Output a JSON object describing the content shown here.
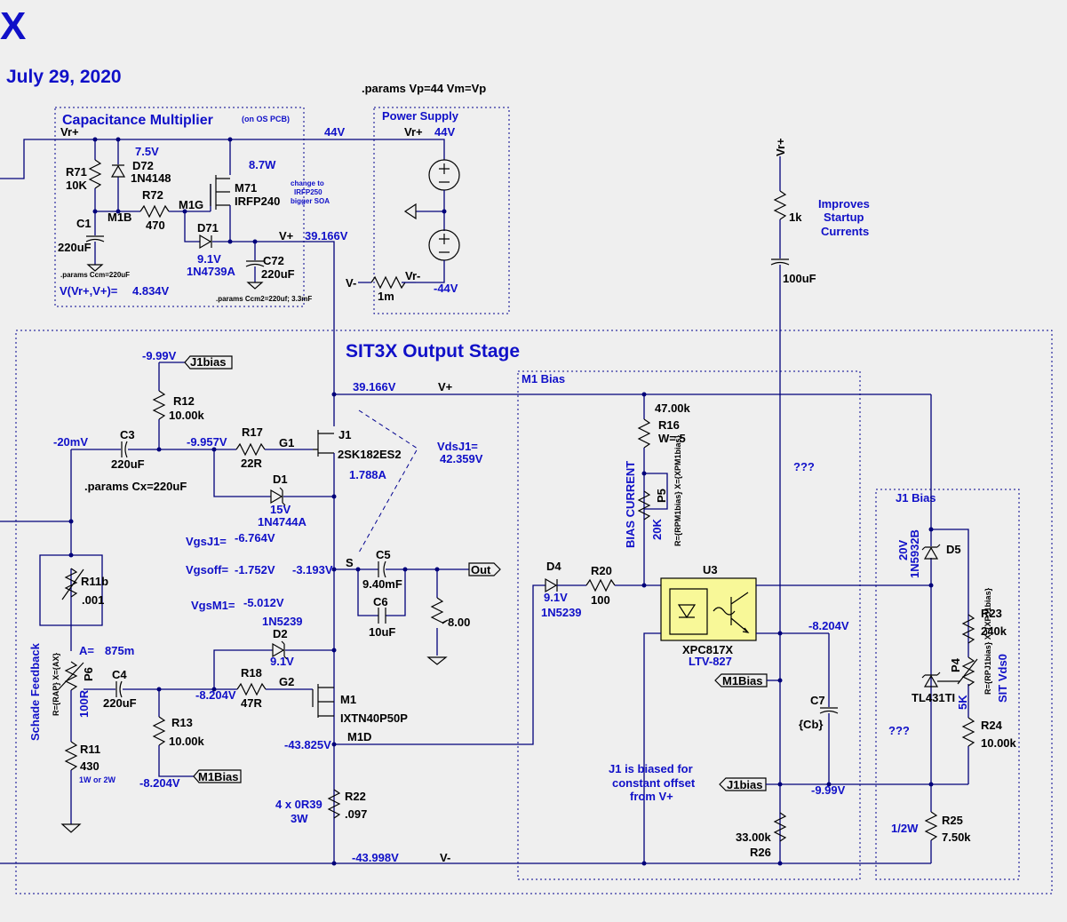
{
  "header": {
    "big_letter": "X",
    "date": "July 29, 2020",
    "params_supply": ".params Vp=44 Vm=Vp"
  },
  "cap_mult": {
    "title": "Capacitance Multiplier",
    "subtitle": "(on OS PCB)",
    "vr_plus": "Vr+",
    "v44": "44V",
    "v7_5": "7.5V",
    "pwr": "8.7W",
    "r71": "R71",
    "r71v": "10K",
    "d72": "D72",
    "d72v": "1N4148",
    "r72": "R72",
    "r72v": "470",
    "m1b": "M1B",
    "m1g": "M1G",
    "m71": "M71",
    "m71v": "IRFP240",
    "note": [
      "change to",
      "IRFP250",
      "bigger SOA"
    ],
    "c1": "C1",
    "c1v": "220uF",
    "d71": "D71",
    "d71a": "9.1V",
    "d71b": "1N4739A",
    "c72": "C72",
    "c72v": "220uF",
    "vplus": "V+",
    "v39": "39.166V",
    "params_ccm": ".params Ccm=220uF",
    "vexpr": "V(Vr+,V+)=",
    "vexpr_val": "4.834V",
    "params_ccm2": ".params Ccm2=220uf; 3.3mF"
  },
  "power": {
    "title": "Power Supply",
    "vr_plus": "Vr+",
    "v44": "44V",
    "vminus": "V-",
    "vr_minus": "Vr-",
    "res": "1m",
    "vneg": "-44V"
  },
  "right_top": {
    "vr_plus": "Vr+",
    "r1k": "1k",
    "c100": "100uF",
    "improves": [
      "Improves",
      "Startup",
      "Currents"
    ]
  },
  "output": {
    "title": "SIT3X Output Stage",
    "n999a": "-9.99V",
    "j1bias": "J1bias",
    "r12": "R12",
    "r12v": "10.00k",
    "v39": "39.166V",
    "vplus": "V+",
    "n20mv": "-20mV",
    "c3": "C3",
    "c3v": "220uF",
    "n9957": "-9.957V",
    "r17": "R17",
    "r17v": "22R",
    "g1": "G1",
    "j1": "J1",
    "j1v": "2SK182ES2",
    "i1788": "1.788A",
    "vdsj1": "VdsJ1=",
    "vdsj1v": "42.359V",
    "params_cx": ".params Cx=220uF",
    "d1": "D1",
    "d1a": "15V",
    "d1b": "1N4744A",
    "vgsj1": "VgsJ1=",
    "vgsj1v": "-6.764V",
    "vgsoff": "Vgsoff=",
    "vgsoffv": "-1.752V",
    "n3193": "-3.193V",
    "s": "S",
    "c5": "C5",
    "c5v": "9.40mF",
    "c6": "C6",
    "c6v": "10uF",
    "out": "Out",
    "rload": "8.00",
    "r11b": "R11b",
    "r11bv": ".001",
    "vgsm1": "VgsM1=",
    "vgsm1v": "-5.012V",
    "d2a": "1N5239",
    "d2": "D2",
    "d2b": "9.1V",
    "a_eq": "A=",
    "a_val": "875m",
    "p6": "P6",
    "p6x": "R={RAP} X={AX}",
    "p6v": "100R",
    "c4": "C4",
    "c4v": "220uF",
    "n8204a": "-8.204V",
    "r18": "R18",
    "r18v": "47R",
    "g2": "G2",
    "m1": "M1",
    "m1v": "IXTN40P50P",
    "r13": "R13",
    "r13v": "10.00k",
    "m1d": "M1D",
    "n43825": "-43.825V",
    "schade": "Schade Feedback",
    "r11": "R11",
    "r11v": "430",
    "r11w": "1W or 2W",
    "n8204b": "-8.204V",
    "m1bias": "M1Bias",
    "r22": "R22",
    "r22v": ".097",
    "r22n1": "4 x 0R39",
    "r22n2": "3W",
    "n43998": "-43.998V",
    "vminus": "V-"
  },
  "m1bias": {
    "title": "M1 Bias",
    "r16v": "47.00k",
    "r16": "R16",
    "r16w": "W=.5",
    "bias": "BIAS CURRENT",
    "p5": "P5",
    "p5v": "20K",
    "p5x": "R={RPM1bias} X={XPM1bias}",
    "d4": "D4",
    "d4a": "9.1V",
    "d4b": "1N5239",
    "r20": "R20",
    "r20v": "100",
    "u3": "U3",
    "u3a": "XPC817X",
    "u3b": "LTV-827",
    "qqq": "???",
    "n8204": "-8.204V",
    "m1bias_lbl": "M1Bias",
    "c7": "C7",
    "c7v": "{Cb}",
    "note": [
      "J1 is biased for",
      "constant offset",
      "from V+"
    ],
    "j1bias_lbl": "J1bias",
    "n999": "-9.99V",
    "r26v": "33.00k",
    "r26": "R26"
  },
  "j1biasbox": {
    "title": "J1 Bias",
    "d5a": "20V",
    "d5b": "1N5932B",
    "d5": "D5",
    "r23": "R23",
    "r23v": "240k",
    "p4": "P4",
    "p4v": "5K",
    "p4x": "R={RPJ1bias} X={XPJ1bias}",
    "tl": "TL431TI",
    "sit": "SIT Vds0",
    "qqq": "???",
    "r24": "R24",
    "r24v": "10.00k",
    "r25": "R25",
    "r25v": "7.50k",
    "half": "1/2W"
  }
}
